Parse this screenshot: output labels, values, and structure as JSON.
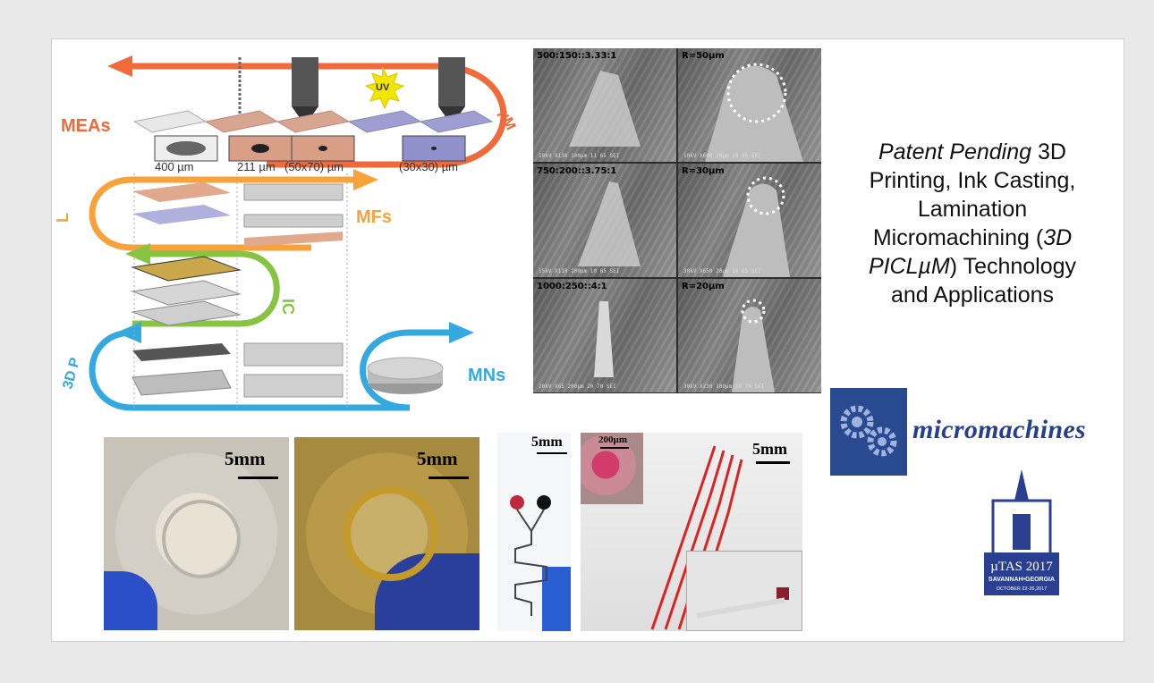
{
  "diagram": {
    "labels": {
      "meas": "MEAs",
      "um": "µM",
      "mfs": "MFs",
      "l": "L",
      "ic": "IC",
      "p3d": "3D P",
      "mns": "MNs",
      "uv": "UV"
    },
    "sizes": [
      "400 µm",
      "211 µm",
      "(50x70) µm",
      "(30x30) µm"
    ]
  },
  "sem": {
    "labels": [
      "500:150::3.33:1",
      "R=50µm",
      "750:200::3.75:1",
      "R=30µm",
      "1000:250::4:1",
      "R=20µm"
    ],
    "scales": [
      "10kV X130 100µm 11 65 SEI",
      "10kV X600 20µm 10 65 SEI",
      "15kV X110 100µm 10 65 SEI",
      "30kV X650 20µm 10 65 SEI",
      "20kV X65 200µm 20 70 SEI",
      "30kV X230 100µm 20 70 SEI"
    ]
  },
  "title": {
    "line1_italic": "Patent Pending",
    "line1_rest": " 3D",
    "line2": "Printing, Ink Casting,",
    "line3": "Lamination",
    "line4_start": "Micromachining (",
    "line4_italic": "3D",
    "line5_italic": "PICLµM",
    "line5_rest": ") Technology",
    "line6": "and Applications"
  },
  "logos": {
    "micromachines": "micromachines",
    "mutas_main": "µTAS 2017",
    "mutas_city": "SAVANNAH•GEORGIA",
    "mutas_date": "OCTOBER 22-26,2017"
  },
  "photos": {
    "scale1": "5mm",
    "scale2": "5mm",
    "scale3": "5mm",
    "scale4": "5mm",
    "inset_scale": "200µm"
  },
  "colors": {
    "orange": "#f06a3a",
    "lightorange": "#f7a23b",
    "green": "#86c441",
    "blue": "#33a9e0",
    "navy": "#2a4a8f"
  }
}
